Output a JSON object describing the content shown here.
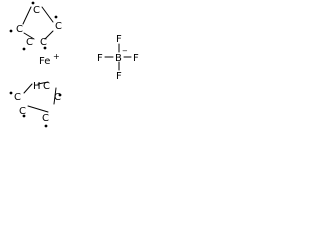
{
  "structure": {
    "iron_center": {
      "element": "Fe",
      "charge": "+"
    },
    "ring_upper": {
      "atoms": [
        {
          "label": "C",
          "radical": true
        },
        {
          "label": "C",
          "radical": true
        },
        {
          "label": "C",
          "radical": true
        },
        {
          "label": "C",
          "radical": true
        },
        {
          "label": "C",
          "radical": true
        }
      ]
    },
    "ring_lower": {
      "atoms": [
        {
          "label": "C",
          "radical": true
        },
        {
          "label": "C",
          "radical": false
        },
        {
          "label": "C",
          "radical": true
        },
        {
          "label": "C",
          "radical": true
        },
        {
          "label": "C",
          "radical": true
        }
      ],
      "extra_label": "H"
    },
    "tetrafluoroborate": {
      "boron": {
        "element": "B",
        "charge": "−"
      },
      "fluorines": [
        "F",
        "F",
        "F",
        "F"
      ]
    }
  },
  "colors": {
    "ink": "#000000",
    "background": "#ffffff"
  }
}
